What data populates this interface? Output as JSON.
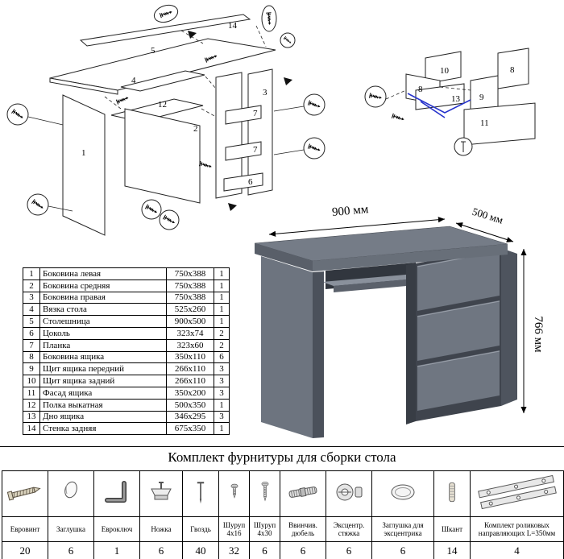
{
  "diagram": {
    "desk_part_labels": [
      "14",
      "5",
      "4",
      "12",
      "2",
      "1",
      "3",
      "7",
      "7",
      "6"
    ],
    "drawer_part_labels": [
      "10",
      "8",
      "8",
      "9",
      "13",
      "11"
    ]
  },
  "dimensions": {
    "width": "900 мм",
    "depth": "500 мм",
    "height": "766 мм"
  },
  "parts": {
    "rows": [
      {
        "num": "1",
        "name": "Боковина левая",
        "size": "750x388",
        "qty": "1"
      },
      {
        "num": "2",
        "name": "Боковина средняя",
        "size": "750x388",
        "qty": "1"
      },
      {
        "num": "3",
        "name": "Боковина правая",
        "size": "750x388",
        "qty": "1"
      },
      {
        "num": "4",
        "name": "Вязка стола",
        "size": "525x260",
        "qty": "1"
      },
      {
        "num": "5",
        "name": "Столешница",
        "size": "900x500",
        "qty": "1"
      },
      {
        "num": "6",
        "name": "Цоколь",
        "size": "323x74",
        "qty": "2"
      },
      {
        "num": "7",
        "name": "Планка",
        "size": "323x60",
        "qty": "2"
      },
      {
        "num": "8",
        "name": "Боковина ящика",
        "size": "350x110",
        "qty": "6"
      },
      {
        "num": "9",
        "name": "Щит ящика передний",
        "size": "266x110",
        "qty": "3"
      },
      {
        "num": "10",
        "name": "Щит ящика задний",
        "size": "266x110",
        "qty": "3"
      },
      {
        "num": "11",
        "name": "Фасад ящика",
        "size": "350x200",
        "qty": "3"
      },
      {
        "num": "12",
        "name": "Полка выкатная",
        "size": "500x350",
        "qty": "1"
      },
      {
        "num": "13",
        "name": "Дно ящика",
        "size": "346x295",
        "qty": "3"
      },
      {
        "num": "14",
        "name": "Стенка задняя",
        "size": "675x350",
        "qty": "1"
      }
    ]
  },
  "hardware": {
    "title": "Комплект фурнитуры для сборки стола",
    "items": [
      {
        "name": "Евровинт",
        "qty": "20"
      },
      {
        "name": "Заглушка",
        "qty": "6"
      },
      {
        "name": "Евроключ",
        "qty": "1"
      },
      {
        "name": "Ножка",
        "qty": "6"
      },
      {
        "name": "Гвоздь",
        "qty": "40"
      },
      {
        "name": "Шуруп 4x16",
        "qty": "32"
      },
      {
        "name": "Шуруп 4x30",
        "qty": "6"
      },
      {
        "name": "Ввинчив. дюбель",
        "qty": "6"
      },
      {
        "name": "Эксцентр. стяжка",
        "qty": "6"
      },
      {
        "name": "Заглушка для эксцентрика",
        "qty": "6"
      },
      {
        "name": "Шкант",
        "qty": "14"
      },
      {
        "name": "Комплект роликовых направляющих L=350мм",
        "qty": "4"
      }
    ]
  }
}
